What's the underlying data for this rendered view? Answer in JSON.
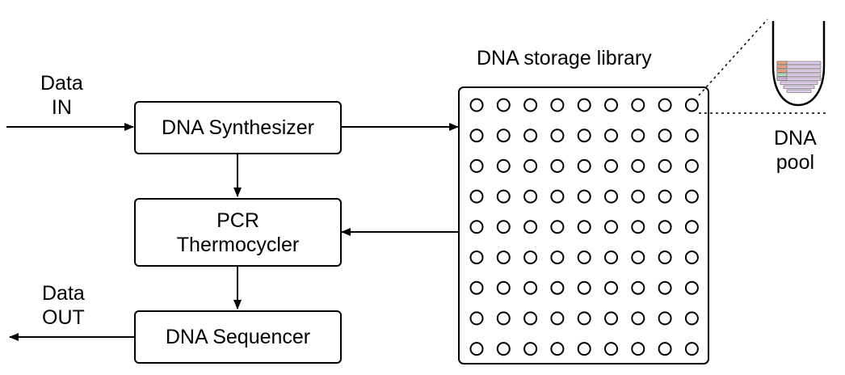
{
  "data_in": {
    "line1": "Data",
    "line2": "IN"
  },
  "data_out": {
    "line1": "Data",
    "line2": "OUT"
  },
  "synthesizer": {
    "label": "DNA Synthesizer"
  },
  "pcr": {
    "line1": "PCR",
    "line2": "Thermocycler"
  },
  "sequencer": {
    "label": "DNA Sequencer"
  },
  "library": {
    "title": "DNA storage library",
    "rows": 9,
    "cols": 9
  },
  "pool": {
    "line1": "DNA",
    "line2": "pool",
    "strand_colors": [
      "#f4a582",
      "#f4a582",
      "#f4a582",
      "#b8e1c8",
      "#d9b3e6"
    ],
    "strand_fill": "#e3d0f0"
  }
}
